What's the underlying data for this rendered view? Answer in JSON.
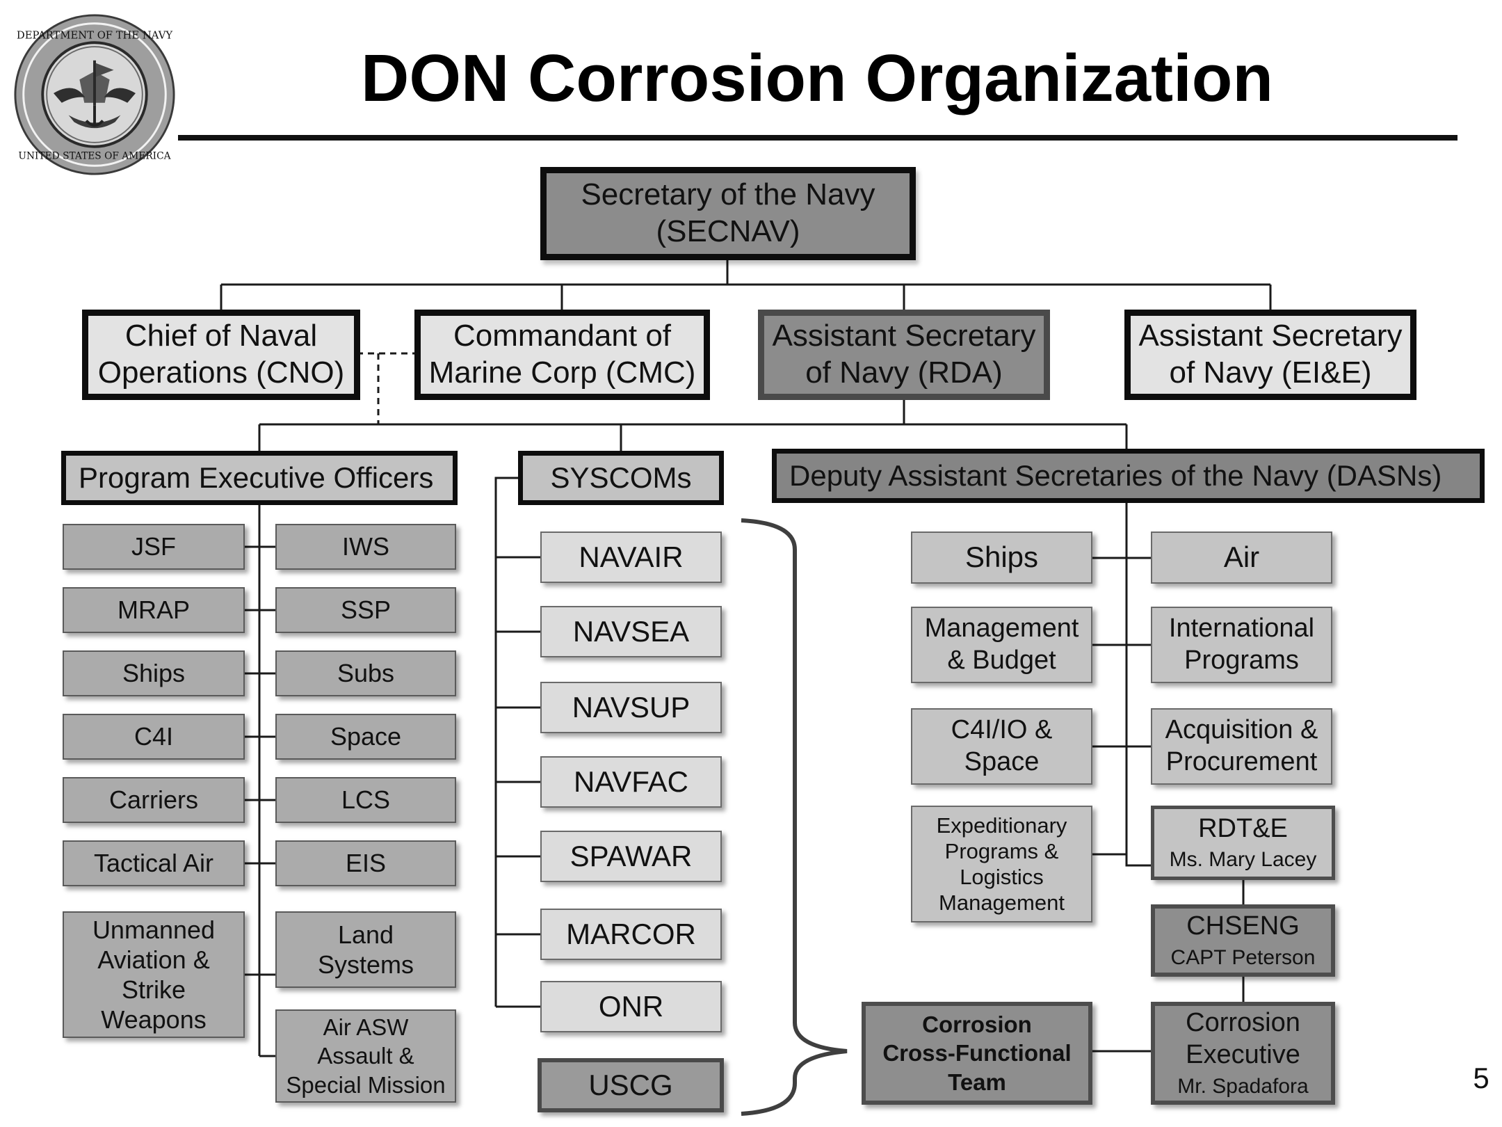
{
  "title": "DON Corrosion Organization",
  "page_number": "5",
  "seal": {
    "icon": "navy-seal-icon",
    "text_top": "DEPARTMENT OF THE NAVY",
    "text_bottom": "UNITED STATES OF AMERICA"
  },
  "top": {
    "secnav": {
      "line1": "Secretary of the Navy",
      "line2": "(SECNAV)"
    }
  },
  "level1": {
    "cno": {
      "line1": "Chief of Naval",
      "line2": "Operations (CNO)"
    },
    "cmc": {
      "line1": "Commandant of",
      "line2": "Marine Corp (CMC)"
    },
    "rda": {
      "line1": "Assistant Secretary",
      "line2": "of Navy (RDA)"
    },
    "eie": {
      "line1": "Assistant Secretary",
      "line2": "of Navy (EI&E)"
    }
  },
  "headers": {
    "peo": "Program Executive Officers",
    "syscoms": "SYSCOMs",
    "dasns": "Deputy Assistant Secretaries of the Navy (DASNs)"
  },
  "peo": {
    "left": [
      {
        "lines": [
          "JSF"
        ]
      },
      {
        "lines": [
          "MRAP"
        ]
      },
      {
        "lines": [
          "Ships"
        ]
      },
      {
        "lines": [
          "C4I"
        ]
      },
      {
        "lines": [
          "Carriers"
        ]
      },
      {
        "lines": [
          "Tactical Air"
        ]
      },
      {
        "lines": [
          "Unmanned",
          "Aviation &",
          "Strike",
          "Weapons"
        ]
      }
    ],
    "right": [
      {
        "lines": [
          "IWS"
        ]
      },
      {
        "lines": [
          "SSP"
        ]
      },
      {
        "lines": [
          "Subs"
        ]
      },
      {
        "lines": [
          "Space"
        ]
      },
      {
        "lines": [
          "LCS"
        ]
      },
      {
        "lines": [
          "EIS"
        ]
      },
      {
        "lines": [
          "Land",
          "Systems"
        ]
      },
      {
        "lines": [
          "Air ASW",
          "Assault &",
          "Special Mission"
        ]
      }
    ]
  },
  "syscoms": [
    "NAVAIR",
    "NAVSEA",
    "NAVSUP",
    "NAVFAC",
    "SPAWAR",
    "MARCOR",
    "ONR",
    "USCG"
  ],
  "dasns": {
    "left": [
      {
        "lines": [
          "Ships"
        ]
      },
      {
        "lines": [
          "Management",
          "& Budget"
        ]
      },
      {
        "lines": [
          "C4I/IO &",
          "Space"
        ]
      },
      {
        "lines": [
          "Expeditionary",
          "Programs &",
          "Logistics",
          "Management"
        ]
      }
    ],
    "right": [
      {
        "lines": [
          "Air"
        ]
      },
      {
        "lines": [
          "International",
          "Programs"
        ]
      },
      {
        "lines": [
          "Acquisition &",
          "Procurement"
        ]
      }
    ],
    "rdte": {
      "title": "RDT&E",
      "person": "Ms. Mary Lacey"
    },
    "chseng": {
      "title": "CHSENG",
      "person": "CAPT Peterson"
    },
    "corrosion_executive": {
      "line1": "Corrosion",
      "line2": "Executive",
      "person": "Mr. Spadafora"
    },
    "ccft": {
      "line1": "Corrosion",
      "line2": "Cross-Functional",
      "line3": "Team"
    }
  },
  "colors": {
    "dark_fill": "#8c8c8c",
    "light_fill": "#e3e3e3",
    "peo_fill": "#ababab",
    "syscom_fill": "#dcdcdc",
    "border": "#0d0d0d",
    "connector": "#222222"
  }
}
